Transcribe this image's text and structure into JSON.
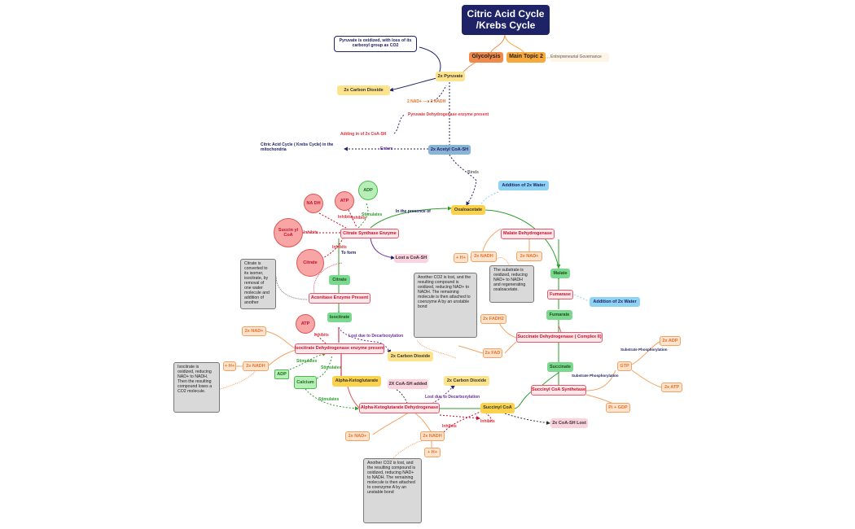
{
  "title": "Citric Acid Cycle /Krebs Cycle",
  "top": {
    "glycolysis": "Glycolysis",
    "main_topic": "Main Topic 2",
    "governance": "Entrepreneurial Governance",
    "pyruvate_note": "Pyruvate is oxidized, with loss of its carboxyl group as CO2",
    "pyruvate": "2x Pyruvate",
    "co2": "2x Carbon Dioxide",
    "nad_conv": "2 NAD+ ---> 2 NADH",
    "pdh": "Pyruvate Dehydrogenase enzyme present",
    "adding_coa": "Adding in of 2x CoA-SH",
    "acetyl_coa": "2x Acetyl CoA-SH",
    "enters": "Enters",
    "mito": "Citric Acid Cycle ( Krebs Cycle) in the mitochondria",
    "binds": "Binds"
  },
  "cycle": {
    "oxaloacetate": "Oxaloacetate",
    "water1": "Addition of 2x Water",
    "presence": "In the presence of",
    "nadh_circle": "NA DH",
    "atp1": "ATP",
    "adp1": "ADP",
    "stim1": "Stimulates",
    "inhibits_a": "Inhibits",
    "inhibits_b": "Inhibits",
    "succinyl_circle": "Succin yl CoA",
    "inhibits_c": "Inhibits",
    "citrate_synthase": "Citrate Synthase Enzyme",
    "citrate_circle": "Citrate",
    "inhibits_d": "Inhibits",
    "to_form": "To form",
    "lost_coa": "Lost a CoA-SH",
    "citrate_note": "Citrate is converted to its isomer, isocitrate, by removal of one water molecule and addition of another",
    "citrate": "Citrate",
    "aconitase": "Aconitase Enzyme Present",
    "isocitrate": "Isocitrate",
    "atp2": "ATP",
    "inhibits_e": "Inhibits",
    "lost_decarb1": "Lost due to Decarboxylation",
    "nad_plus_1": "2x NAD+",
    "icdh": "Isocitrate Dehydrogenase enzyme present",
    "co2_b": "2x Carbon Dioxide",
    "isocitrate_note": "Isocitrate is oxidized, reducing NAD+ to NADH. Then the resulting compound loses a CO2 molecule.",
    "hplus_1": "+ H+",
    "nadh_1": "2x NADH",
    "stim2": "Stimulates",
    "adp2": "ADP",
    "stim3": "Stimulates",
    "calcium": "Calcium",
    "akg": "Alpha-Ketoglutarate",
    "coa_added": "2X CoA-SH added",
    "co2_c": "2x Carbon Dioxide",
    "stim4": "Stimulates",
    "lost_decarb2": "Lost due to Decarboxylation",
    "akgdh": "Alpha-Ketoglutarate Dehydrogenase",
    "succinyl_coa": "Succinyl CoA",
    "coa_lost": "2x CoA-SH Lost",
    "inhibits_f": "Inhibits",
    "inhibits_g": "Inhibits",
    "nad_plus_2": "2x NAD+",
    "nadh_2": "2x NADH",
    "hplus_2": "+ H+",
    "akg_note": "Another CO2 is lost, and the resulting compound is oxidized, reducing NAD+ to NADH. The remaining molecule is then attached to coenzyme A by an unstable bond",
    "mid_note": "Another CO2 is lost, and the resulting compound is oxidized, reducing NAD+ to NADH. The remaining molecule is then attached to coenzyme A by an unstable bond",
    "malate_dh": "Malate Dehydrogenase",
    "hplus_3": "+ H+",
    "nadh_3": "2x NADH",
    "nad_plus_3": "2x NAD+",
    "malate_note": "The substrate is oxidized, reducing NAD+ to NADH and regenerating oxaloacetate.",
    "malate": "Malate",
    "fumarase": "Fumarase",
    "water2": "Addition of 2x Water",
    "fumarate": "Fumarate",
    "fadh2": "2x FADH2",
    "sdh": "Succinate Dehydrogenase ( Complex II)",
    "fad": "2x FAD",
    "succinate": "Succinate",
    "sub_phos1": "Substrate Phosphorylation",
    "sub_phos2": "Substrate Phosphorylation",
    "adp3": "2x ADP",
    "gtp": "GTP",
    "atp3": "2x ATP",
    "scs": "Succinyl CoA Synthetase",
    "pi_gdp": "Pi + GDP"
  },
  "colors": {
    "title_bg": "#1e2266",
    "enzyme_red": "#e8586a",
    "activator_green": "#2e9e2e",
    "inhibitor_red": "#e0303c",
    "byproduct_orange": "#e8702a",
    "navy": "#1e2266"
  }
}
